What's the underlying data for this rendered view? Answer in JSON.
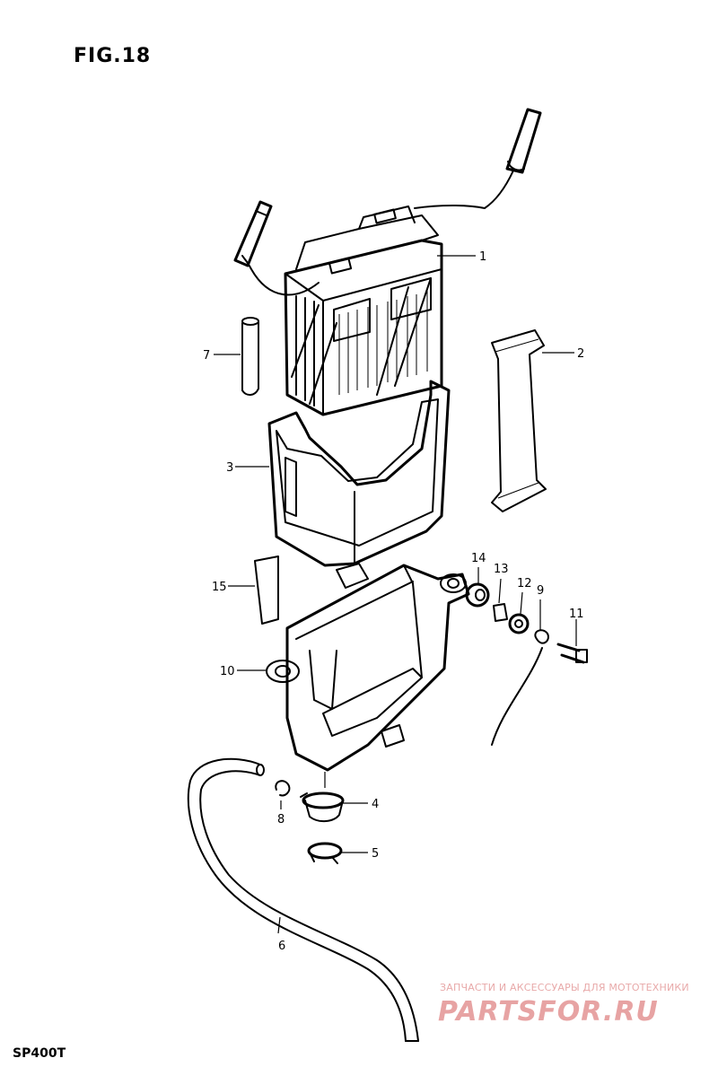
{
  "figure": {
    "title": "FIG.18",
    "model": "SP400T"
  },
  "callouts": [
    {
      "id": "1",
      "label": "1"
    },
    {
      "id": "2",
      "label": "2"
    },
    {
      "id": "3",
      "label": "3"
    },
    {
      "id": "4",
      "label": "4"
    },
    {
      "id": "5",
      "label": "5"
    },
    {
      "id": "6",
      "label": "6"
    },
    {
      "id": "7",
      "label": "7"
    },
    {
      "id": "8",
      "label": "8"
    },
    {
      "id": "9",
      "label": "9"
    },
    {
      "id": "10",
      "label": "10"
    },
    {
      "id": "11",
      "label": "11"
    },
    {
      "id": "12",
      "label": "12"
    },
    {
      "id": "13",
      "label": "13"
    },
    {
      "id": "14",
      "label": "14"
    },
    {
      "id": "15",
      "label": "15"
    }
  ],
  "watermark": {
    "tagline": "ЗАПЧАСТИ И АКСЕССУАРЫ ДЛЯ МОТОТЕХНИКИ",
    "logo": "PARTSFOR.RU",
    "color": "#e7a3a3"
  }
}
